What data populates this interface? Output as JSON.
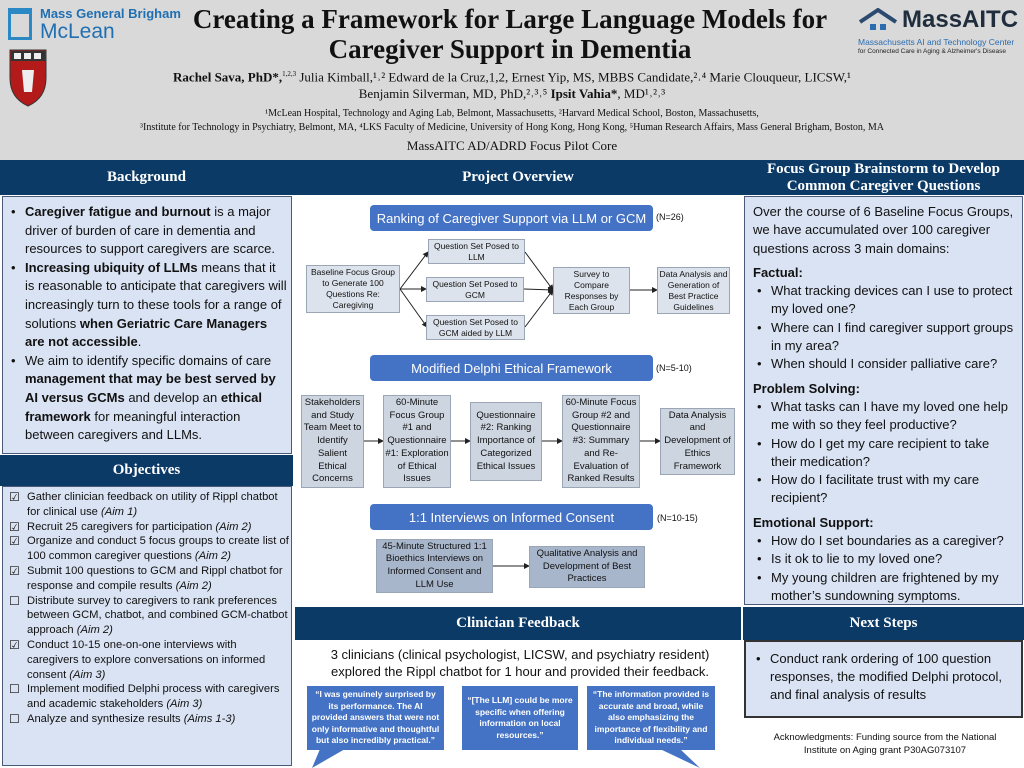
{
  "header": {
    "logo_left": {
      "line1": "Mass General Brigham",
      "line2": "McLean"
    },
    "logo_right": {
      "name": "MassAITC",
      "line1": "Massachusetts AI and Technology Center",
      "line2": "for Connected Care in Aging & Alzheimer's Disease"
    },
    "title_line1": "Creating a Framework for Large Language Models for",
    "title_line2": "Caregiver Support in Dementia",
    "authors_line1_bold": "Rachel Sava, PhD*,",
    "authors_line1_sup": "1,2,3",
    "authors_line1_rest": " Julia Kimball,¹˒² Edward de la Cruz,1,2, Ernest Yip, MS, MBBS Candidate,²˒⁴ Marie Clouqueur, LICSW,¹",
    "authors_line2": "Benjamin Silverman, MD, PhD,²˒³˒⁵ ",
    "authors_line2_bold": "Ipsit Vahia*",
    "authors_line2_end": ", MD¹˒²˒³",
    "affil_line1": "¹McLean Hospital, Technology and Aging Lab, Belmont, Massachusetts, ²Harvard Medical School, Boston, Massachusetts,",
    "affil_line2": "³Institute for Technology in Psychiatry, Belmont, MA, ⁴LKS Faculty of Medicine, University of Hong Kong, Hong Kong, ⁵Human Research Affairs, Mass General Brigham, Boston, MA",
    "core": "MassAITC AD/ADRD Focus Pilot Core"
  },
  "background": {
    "heading": "Background",
    "items": [
      {
        "bold": "Caregiver fatigue and burnout",
        "text": " is a major driver of burden of care in dementia and resources to support caregivers are scarce."
      },
      {
        "bold": "Increasing ubiquity of LLMs",
        "text": " means that it is reasonable to anticipate that caregivers will increasingly turn to these tools for a range of solutions ",
        "bold2": "when Geriatric Care Managers are not accessible",
        "end": "."
      },
      {
        "text": "We aim to identify specific domains of care ",
        "bold": "management that may be best served by AI versus GCMs",
        "text2": " and develop an ",
        "bold2": "ethical framework",
        "end": " for meaningful interaction between caregivers and LLMs."
      }
    ]
  },
  "objectives": {
    "heading": "Objectives",
    "items": [
      {
        "done": true,
        "text": "Gather clinician feedback on utility of Rippl chatbot for clinical use ",
        "aim": "(Aim 1)"
      },
      {
        "done": true,
        "text": "Recruit 25 caregivers for participation ",
        "aim": "(Aim 2)"
      },
      {
        "done": true,
        "text": "Organize and conduct 5 focus groups to create list of 100 common caregiver questions ",
        "aim": "(Aim 2)"
      },
      {
        "done": true,
        "text": "Submit 100 questions to GCM and Rippl chatbot for response and compile results ",
        "aim": "(Aim 2)"
      },
      {
        "done": false,
        "text": "Distribute survey to caregivers to rank preferences between GCM, chatbot, and combined GCM-chatbot approach ",
        "aim": "(Aim 2)"
      },
      {
        "done": true,
        "text": "Conduct 10-15 one-on-one interviews with caregivers to explore conversations on informed consent ",
        "aim": "(Aim 3)"
      },
      {
        "done": false,
        "text": "Implement modified Delphi process with caregivers and academic stakeholders ",
        "aim": "(Aim 3)"
      },
      {
        "done": false,
        "text": "Analyze and synthesize results ",
        "aim": "(Aims 1-3)"
      }
    ]
  },
  "overview": {
    "heading": "Project Overview",
    "s1": {
      "title": "Ranking of Caregiver Support via LLM or GCM",
      "n": "(N=26)",
      "baseline": "Baseline Focus Group to Generate 100 Questions Re: Caregiving",
      "q_llm": "Question Set Posed to LLM",
      "q_gcm": "Question Set Posed to GCM",
      "q_both": "Question Set Posed to GCM aided by LLM",
      "survey": "Survey to Compare Responses by Each Group",
      "analysis": "Data Analysis and Generation of Best Practice Guidelines"
    },
    "s2": {
      "title": "Modified Delphi Ethical Framework",
      "n": "(N=5-10)",
      "steps": [
        "Stakeholders and Study Team Meet to Identify Salient Ethical Concerns",
        "60-Minute Focus Group #1 and Questionnaire #1: Exploration of Ethical Issues",
        "Questionnaire #2: Ranking Importance of Categorized Ethical Issues",
        "60-Minute Focus Group #2 and Questionnaire #3: Summary and Re-Evaluation of Ranked Results",
        "Data Analysis and Development of Ethics Framework"
      ]
    },
    "s3": {
      "title": "1:1 Interviews on Informed Consent",
      "n": "(N=10-15)",
      "steps": [
        "45-Minute Structured 1:1 Bioethics Interviews on Informed Consent and LLM Use",
        "Qualitative Analysis and Development of Best Practices"
      ]
    }
  },
  "clinician": {
    "heading": "Clinician Feedback",
    "summary": "3 clinicians (clinical psychologist, LICSW, and psychiatry resident) explored the Rippl chatbot for 1 hour and provided their feedback.",
    "quotes": [
      "“I was genuinely surprised by its performance. The AI provided answers that were not only informative and thoughtful but also incredibly practical.”",
      "“[The LLM] could be more specific when offering information on local resources.”",
      "“The information provided is accurate and broad, while also emphasizing the importance of flexibility and individual needs.”"
    ]
  },
  "focus": {
    "heading": "Focus Group Brainstorm to Develop Common Caregiver Questions",
    "intro": "Over the course of 6 Baseline Focus Groups, we have accumulated over 100 caregiver questions across 3 main domains:",
    "domains": [
      {
        "name": "Factual:",
        "items": [
          "What tracking devices can I use to protect my loved one?",
          "Where can I find caregiver support groups in my area?",
          "When should I consider palliative care?"
        ]
      },
      {
        "name": "Problem Solving:",
        "items": [
          "What tasks can I have my loved one help me with so they feel productive?",
          "How do I get my care recipient to take their medication?",
          "How do I facilitate trust with my care recipient?"
        ]
      },
      {
        "name": "Emotional Support:",
        "items": [
          "How do I set boundaries as a caregiver?",
          "Is it ok to lie to my loved one?",
          "My young children are frightened by my mother’s sundowning symptoms."
        ]
      }
    ]
  },
  "next": {
    "heading": "Next Steps",
    "items": [
      "Conduct rank ordering of 100 question responses, the modified Delphi protocol, and final analysis of results"
    ]
  },
  "ack": "Acknowledgments: Funding source from the National Institute on Aging grant P30AG073107",
  "colors": {
    "navy": "#0b3a67",
    "panel": "#dae3f3",
    "banner": "#4472c4"
  }
}
